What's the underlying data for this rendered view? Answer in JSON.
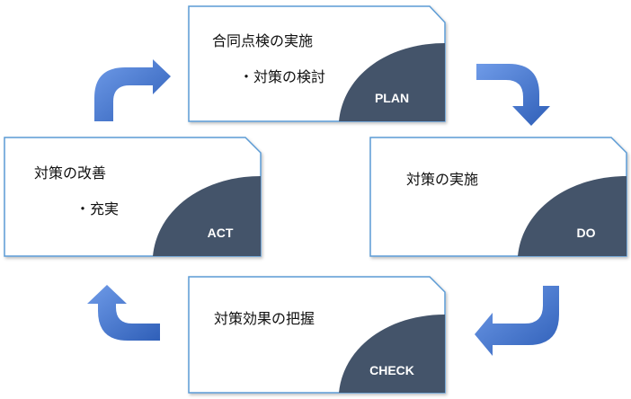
{
  "colors": {
    "card_border": "#5b9bd5",
    "card_fill": "#ffffff",
    "label_panel": "#44546a",
    "label_text": "#ffffff",
    "arrow_light": "#6f9be8",
    "arrow_dark": "#2f5fb8"
  },
  "cards": {
    "plan": {
      "label": "PLAN",
      "lines": [
        "合同点検の実施",
        "・対策の検討"
      ]
    },
    "do": {
      "label": "DO",
      "lines": [
        "対策の実施"
      ]
    },
    "check": {
      "label": "CHECK",
      "lines": [
        "対策効果の把握"
      ]
    },
    "act": {
      "label": "ACT",
      "lines": [
        "対策の改善",
        "・充実"
      ]
    }
  },
  "arrows": [
    "plan-to-do",
    "do-to-check",
    "check-to-act",
    "act-to-plan"
  ]
}
